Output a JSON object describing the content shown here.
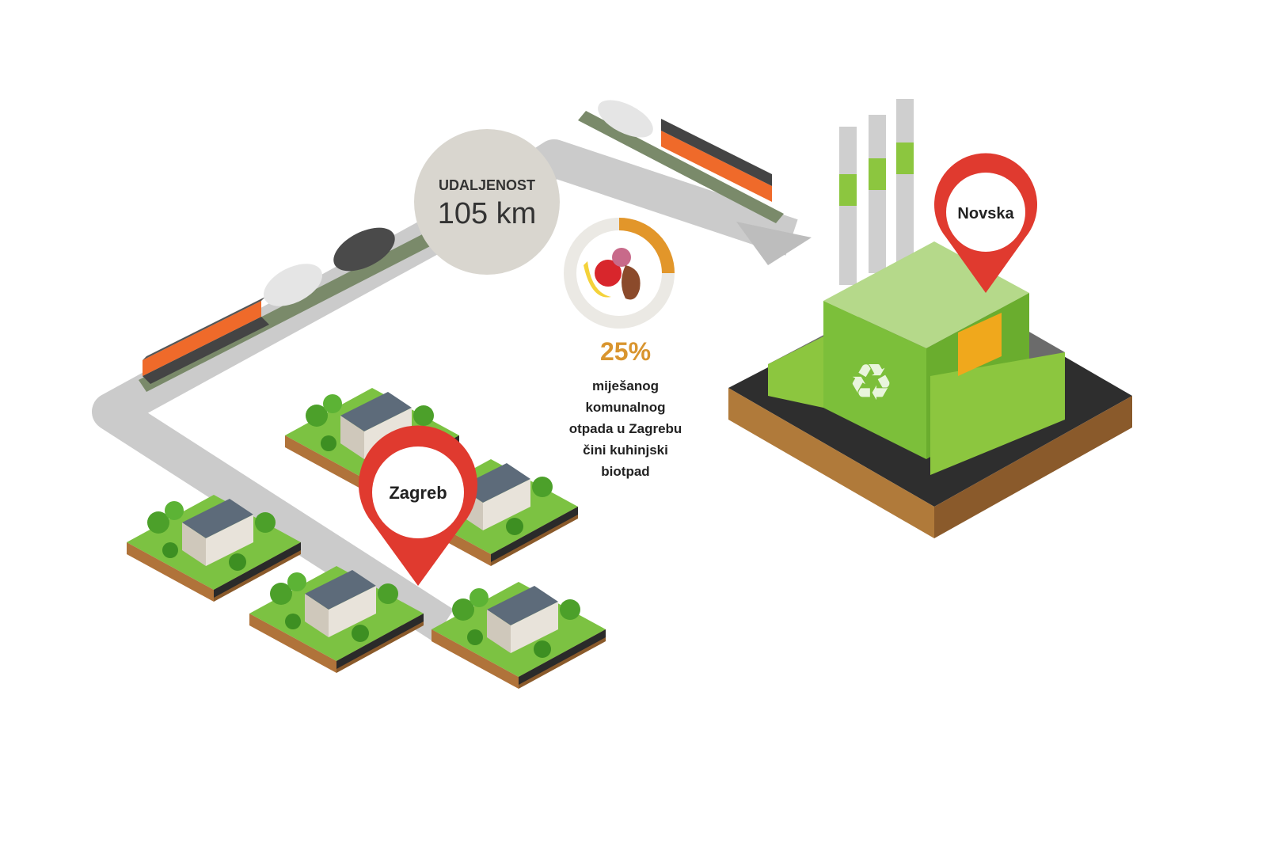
{
  "distance": {
    "label": "UDALJENOST",
    "value": "105 km"
  },
  "stat": {
    "percent": "25%",
    "percent_value": 25,
    "lines": [
      "miješanog",
      "komunalnog",
      "otpada u Zagrebu",
      "čini kuhinjski",
      "biotpad"
    ]
  },
  "pins": {
    "origin": "Zagreb",
    "destination": "Novska"
  },
  "colors": {
    "pin": "#e03a2f",
    "route": "#c8c8c8",
    "donut": "#e2962a",
    "factory": "#8cc63f",
    "locomotive": "#ef6a2a"
  }
}
